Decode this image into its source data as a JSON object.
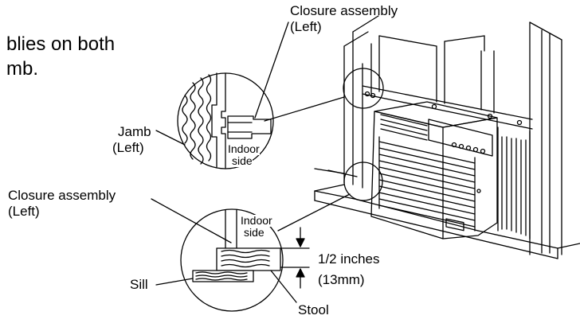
{
  "instruction_text": {
    "line1": "blies on both",
    "line2": "mb."
  },
  "labels": {
    "closure_top_line1": "Closure assembly",
    "closure_top_line2": "(Left)",
    "jamb_line1": "Jamb",
    "jamb_line2": "(Left)",
    "indoor_top_line1": "Indoor",
    "indoor_top_line2": "side",
    "closure_bottom_line1": "Closure assembly",
    "closure_bottom_line2": "(Left)",
    "indoor_bottom_line1": "Indoor",
    "indoor_bottom_line2": "side",
    "measurement_line1": "1/2  inches",
    "measurement_line2": "(13mm)",
    "sill": "Sill",
    "stool": "Stool"
  }
}
